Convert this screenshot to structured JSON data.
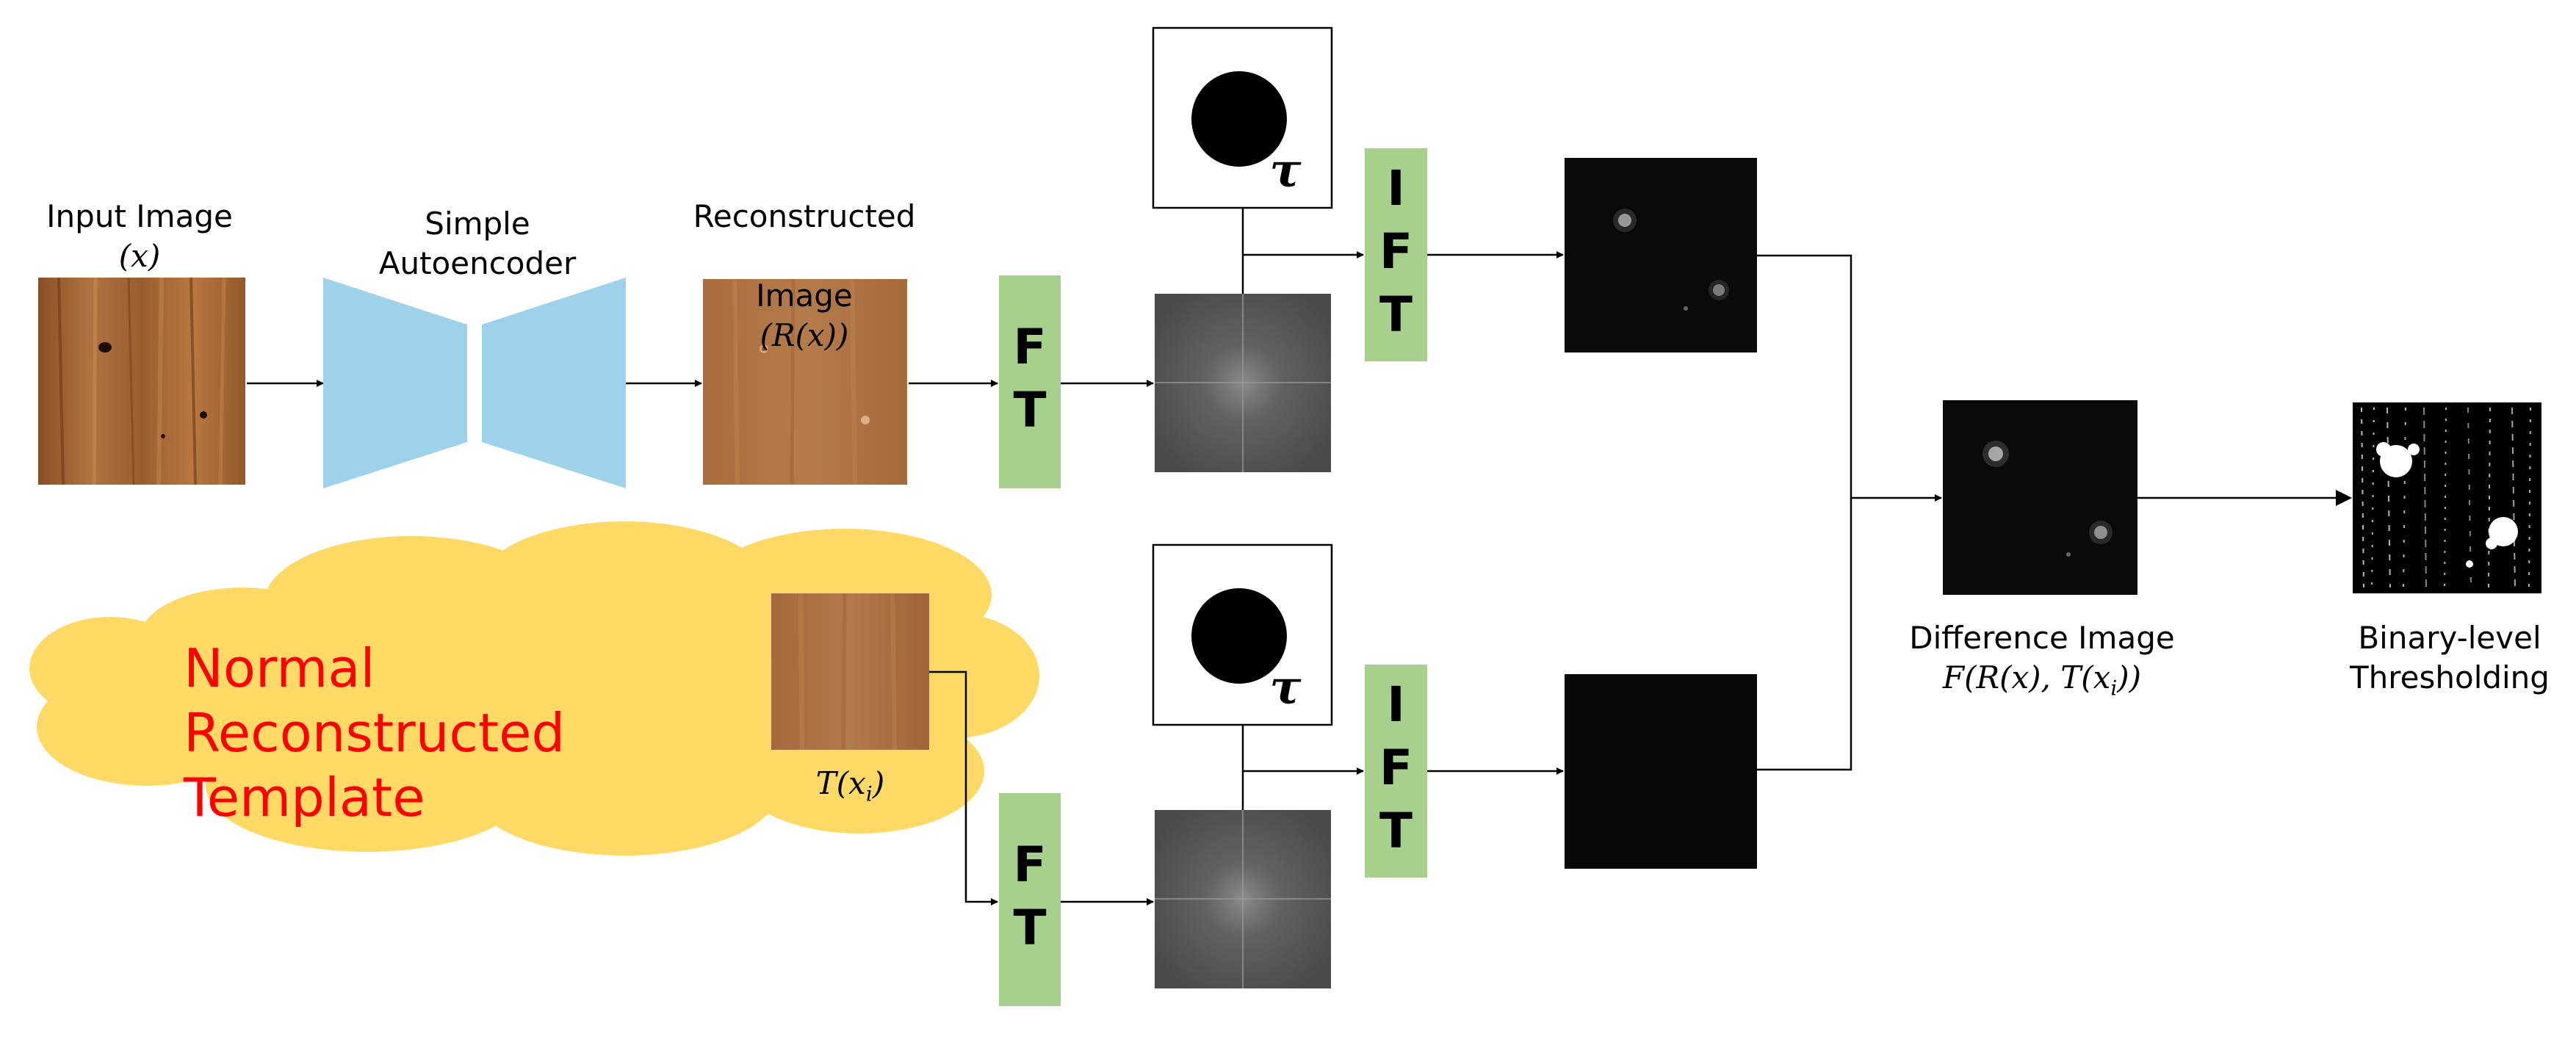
{
  "labels": {
    "input_image": "Input Image",
    "input_math": "(x)",
    "autoencoder": "Simple\nAutoencoder",
    "reconstructed": "Reconstructed",
    "reconstructed_image_prefix": "Image",
    "reconstructed_math": "(R(x))",
    "template_text": "Normal Reconstructed\nTemplate",
    "template_math": "T(x",
    "template_math_sub": "i",
    "template_math_close": ")",
    "difference": "Difference Image",
    "difference_math": "F(R(x), T(x",
    "difference_math_sub": "i",
    "difference_math_close": "))",
    "thresholding": "Binary-level\nThresholding",
    "ft_label": "F\nT",
    "ift_label": "I\nF\nT",
    "tau": "τ"
  },
  "colors": {
    "encoder": "#9dd2ea",
    "ft_box": "#a8d08d",
    "cloud": "#ffd966",
    "cloud_text": "#ff0000",
    "wood": "#a46535",
    "wood_smooth": "#ad7546",
    "spectrum": "#5a5a5a",
    "dark_output": "#0a0a0a"
  }
}
